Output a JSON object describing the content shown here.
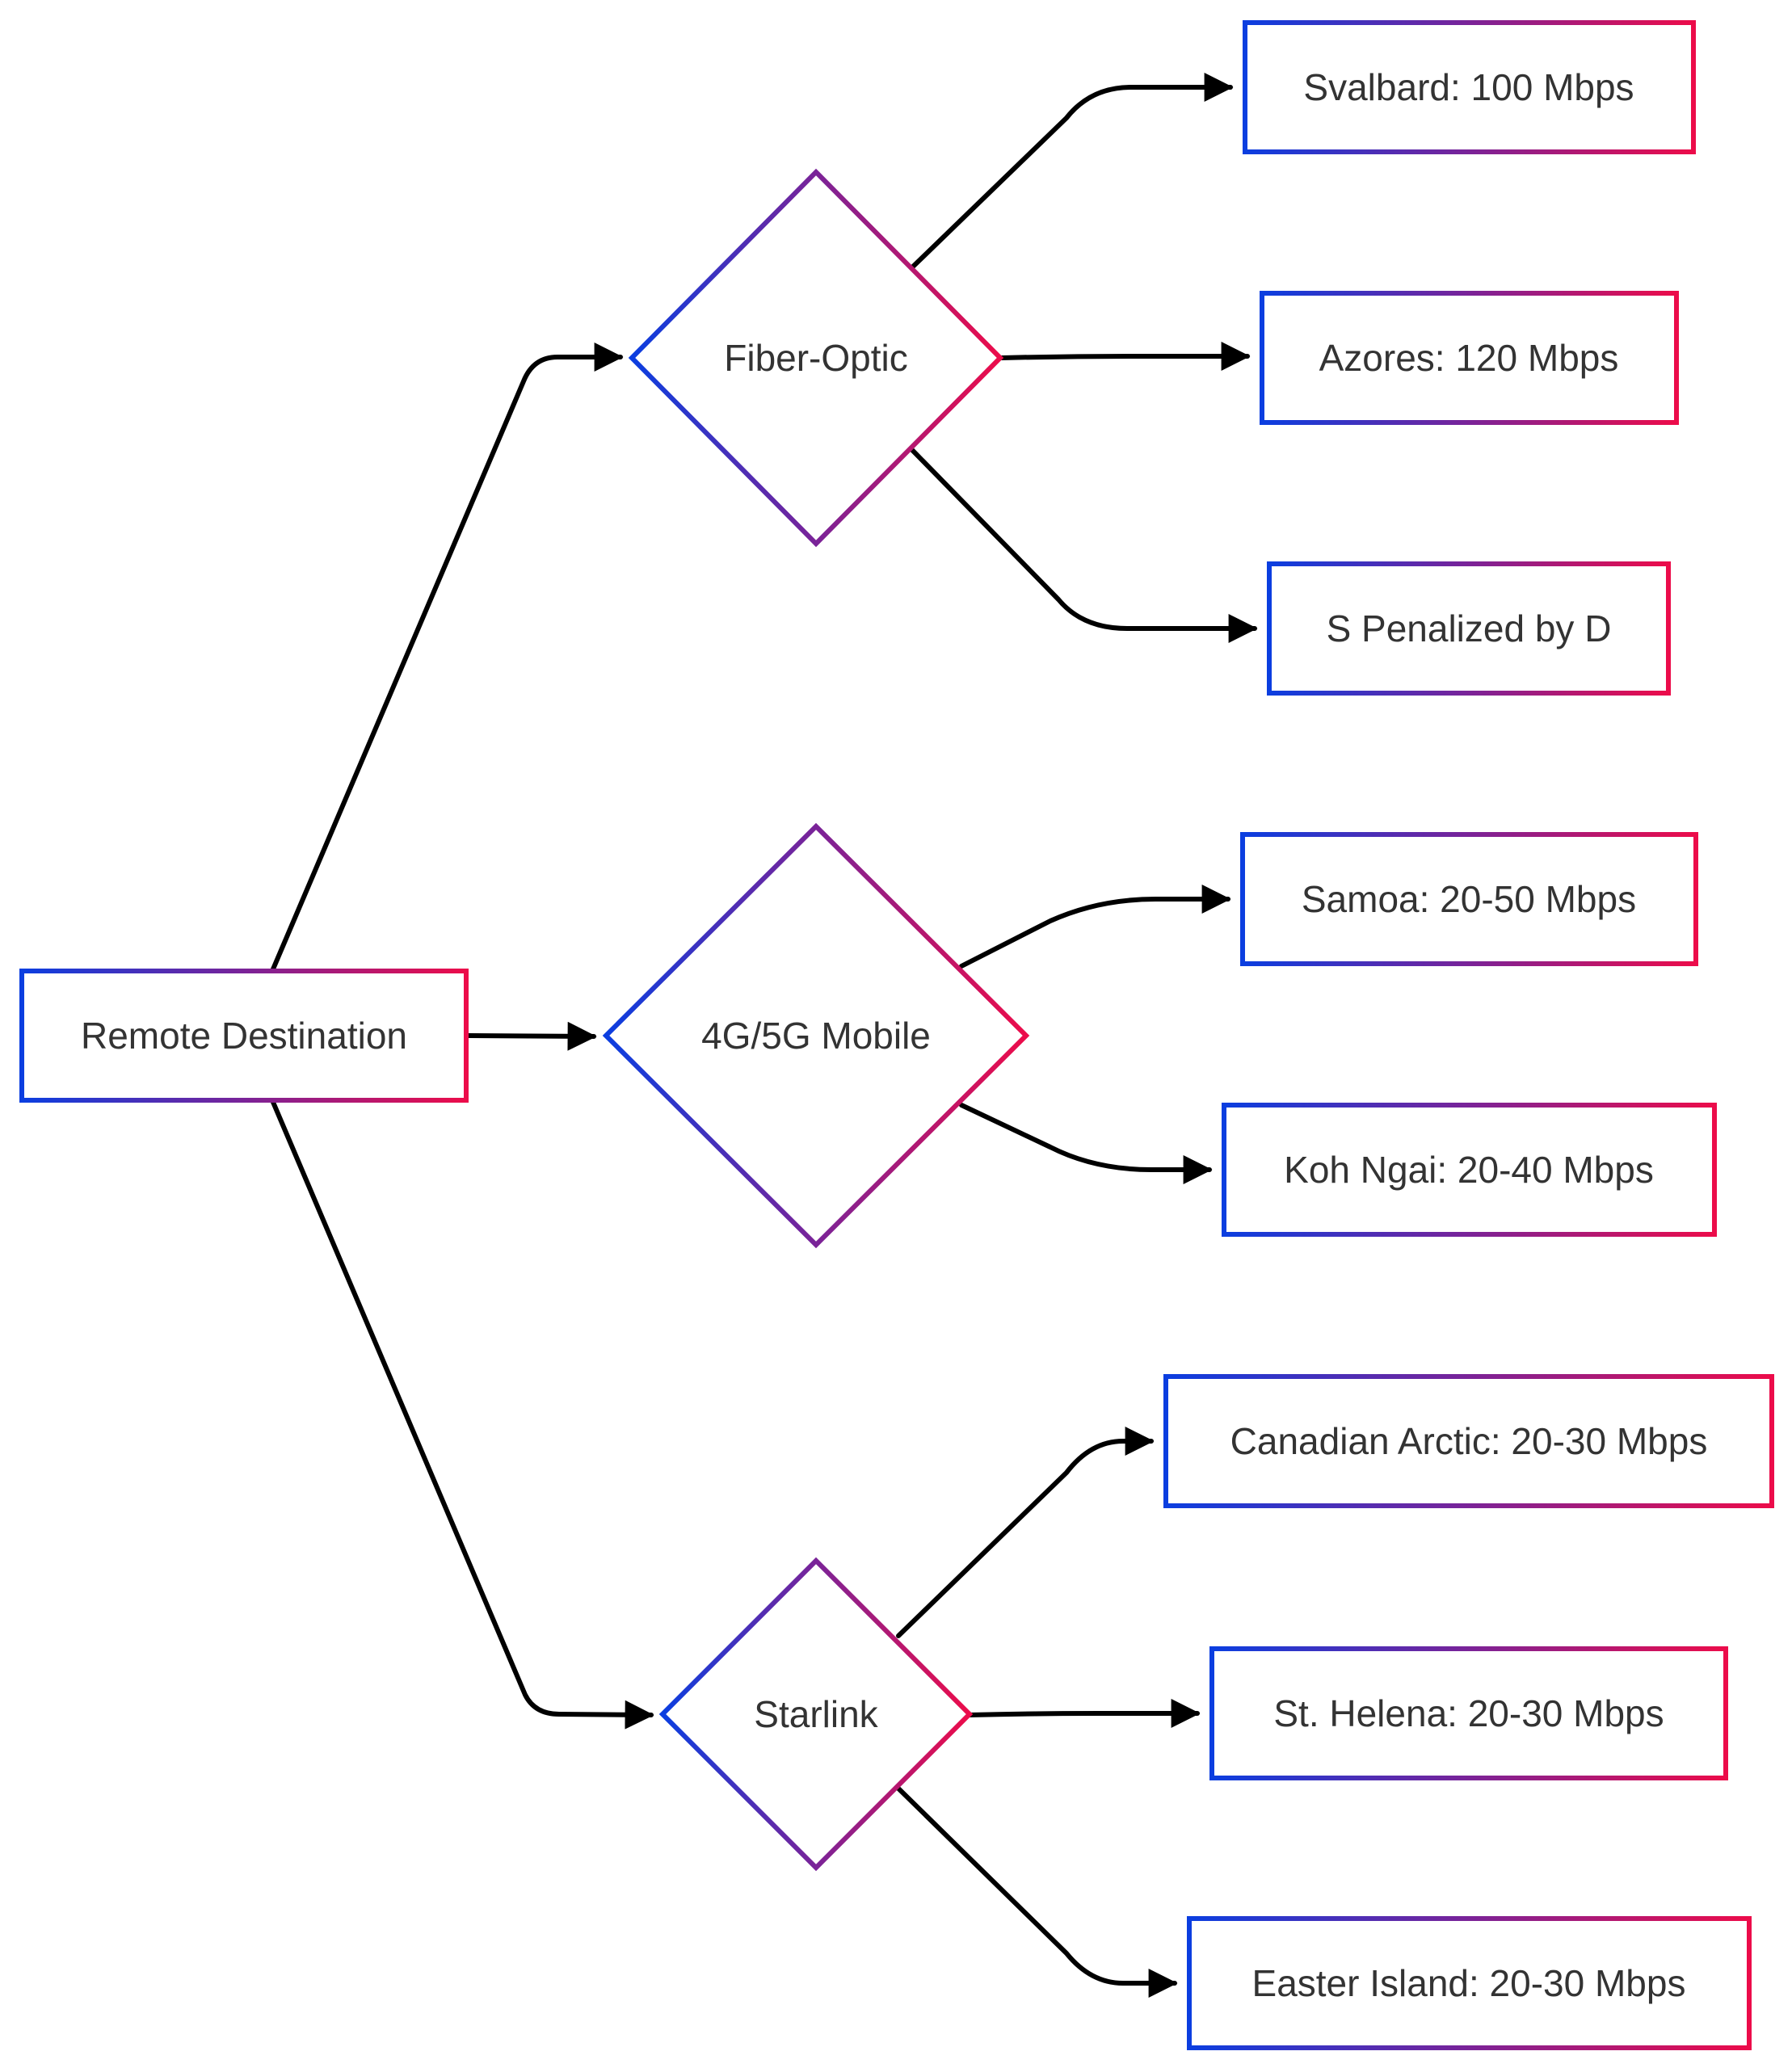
{
  "diagram": {
    "root": {
      "id": "remote",
      "label": "Remote Destination"
    },
    "categories": [
      {
        "id": "fiber",
        "label": "Fiber-Optic"
      },
      {
        "id": "mobile",
        "label": "4G/5G Mobile"
      },
      {
        "id": "starlink",
        "label": "Starlink"
      }
    ],
    "leaves": [
      {
        "id": "svalbard",
        "parent": "fiber",
        "label": "Svalbard: 100 Mbps"
      },
      {
        "id": "azores",
        "parent": "fiber",
        "label": "Azores: 120 Mbps"
      },
      {
        "id": "spenal",
        "parent": "fiber",
        "label": "S Penalized by D"
      },
      {
        "id": "samoa",
        "parent": "mobile",
        "label": "Samoa: 20-50 Mbps"
      },
      {
        "id": "kohngai",
        "parent": "mobile",
        "label": "Koh Ngai: 20-40 Mbps"
      },
      {
        "id": "canarctic",
        "parent": "starlink",
        "label": "Canadian Arctic: 20-30 Mbps"
      },
      {
        "id": "sthelena",
        "parent": "starlink",
        "label": "St. Helena: 20-30 Mbps"
      },
      {
        "id": "easter",
        "parent": "starlink",
        "label": "Easter Island: 20-30 Mbps"
      }
    ],
    "colors": {
      "gradient_start": "#0b3ee0",
      "gradient_mid": "#7a2398",
      "gradient_end": "#ec0c4a",
      "edge": "#000000",
      "text": "#333333"
    }
  }
}
